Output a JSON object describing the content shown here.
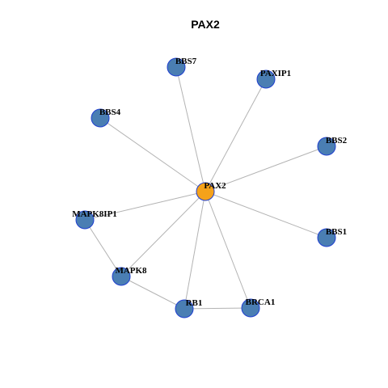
{
  "title": "PAX2",
  "colors": {
    "hub_node": "#F5A21A",
    "node": "#4A7EB3",
    "node_border": "#1F3FD0",
    "edge": "#B3B3B3"
  },
  "nodes": [
    {
      "id": "PAX2",
      "label": "PAX2",
      "hub": true
    },
    {
      "id": "BBS7",
      "label": "BBS7",
      "hub": false
    },
    {
      "id": "PAXIP1",
      "label": "PAXIP1",
      "hub": false
    },
    {
      "id": "BBS4",
      "label": "BBS4",
      "hub": false
    },
    {
      "id": "BBS2",
      "label": "BBS2",
      "hub": false
    },
    {
      "id": "MAPK8IP1",
      "label": "MAPK8IP1",
      "hub": false
    },
    {
      "id": "BBS1",
      "label": "BBS1",
      "hub": false
    },
    {
      "id": "MAPK8",
      "label": "MAPK8",
      "hub": false
    },
    {
      "id": "RB1",
      "label": "RB1",
      "hub": false
    },
    {
      "id": "BRCA1",
      "label": "BRCA1",
      "hub": false
    }
  ],
  "edges": [
    [
      "PAX2",
      "BBS7"
    ],
    [
      "PAX2",
      "PAXIP1"
    ],
    [
      "PAX2",
      "BBS4"
    ],
    [
      "PAX2",
      "BBS2"
    ],
    [
      "PAX2",
      "MAPK8IP1"
    ],
    [
      "PAX2",
      "BBS1"
    ],
    [
      "PAX2",
      "MAPK8"
    ],
    [
      "PAX2",
      "RB1"
    ],
    [
      "PAX2",
      "BRCA1"
    ],
    [
      "MAPK8IP1",
      "MAPK8"
    ],
    [
      "MAPK8",
      "RB1"
    ],
    [
      "RB1",
      "BRCA1"
    ]
  ]
}
